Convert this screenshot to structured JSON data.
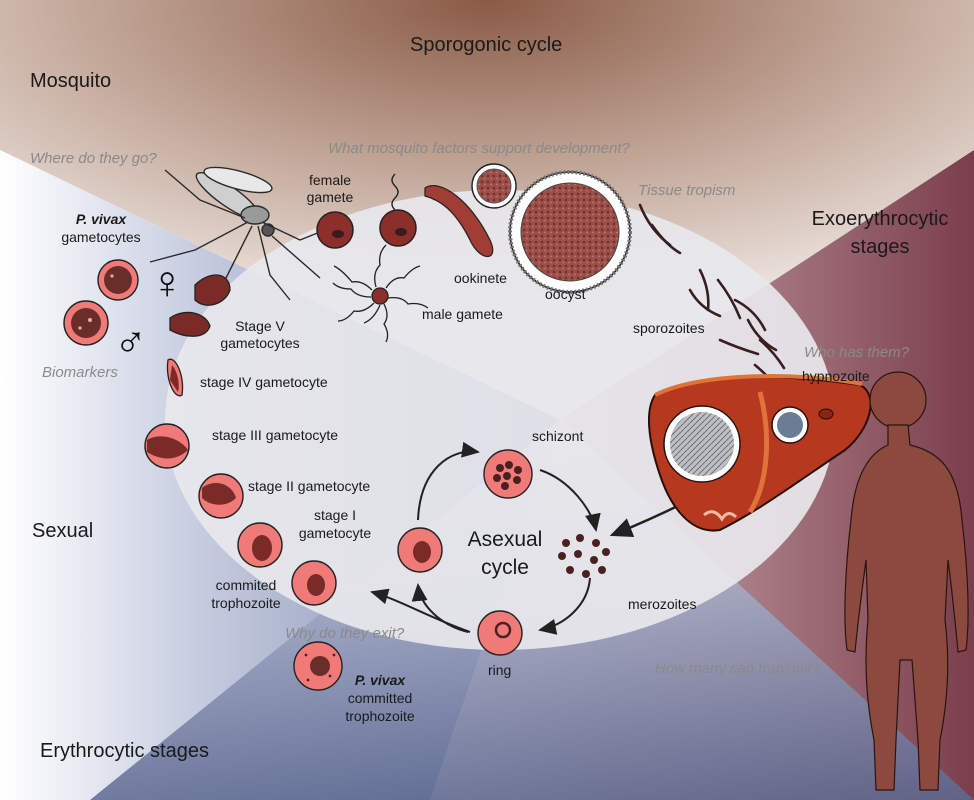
{
  "sections": {
    "sporogonic": "Sporogonic cycle",
    "mosquito": "Mosquito",
    "exo_line1": "Exoerythrocytic",
    "exo_line2": "stages",
    "sexual": "Sexual",
    "erythrocytic": "Erythrocytic stages"
  },
  "center": {
    "line1": "Asexual",
    "line2": "cycle"
  },
  "questions": {
    "where": "Where do they go?",
    "factors": "What mosquito factors support development?",
    "tropism": "Tissue tropism",
    "who": "Who has them?",
    "biomarkers": "Biomarkers",
    "exit": "Why do they exit?",
    "transmit": "How many can transmit?"
  },
  "labels": {
    "female_gamete_1": "female",
    "female_gamete_2": "gamete",
    "ookinete": "ookinete",
    "oocyst": "oocyst",
    "male_gamete": "male gamete",
    "sporozoites": "sporozoites",
    "hypnozoite": "hypnozoite",
    "vivax_gam_italic": "P. vivax",
    "vivax_gam_rest": "gametocytes",
    "stage5_1": "Stage V",
    "stage5_2": "gametocytes",
    "stage4": "stage IV gametocyte",
    "stage3": "stage III gametocyte",
    "stage2": "stage II gametocyte",
    "stage1_1": "stage I",
    "stage1_2": "gametocyte",
    "commited_1": "commited",
    "commited_2": "trophozoite",
    "schizont": "schizont",
    "merozoites": "merozoites",
    "ring": "ring",
    "vivax_troph_italic": "P. vivax",
    "vivax_troph_2": "committed",
    "vivax_troph_3": "trophozoite"
  },
  "symbols": {
    "female": "♀",
    "male": "♂"
  },
  "colors": {
    "mosquito_zone": "#c9b3a8",
    "sexual_zone": "#9aa6c4",
    "exo_zone": "#c9a3aa",
    "ellipse": "#e6e6ea",
    "rbc": "#f07a78",
    "parasite": "#5e2a2a",
    "liver": "#b5381f",
    "human": "#8c4a3f"
  },
  "icons": [
    "mosquito-icon",
    "liver-icon",
    "human-silhouette-icon",
    "female-symbol-icon",
    "male-symbol-icon"
  ]
}
